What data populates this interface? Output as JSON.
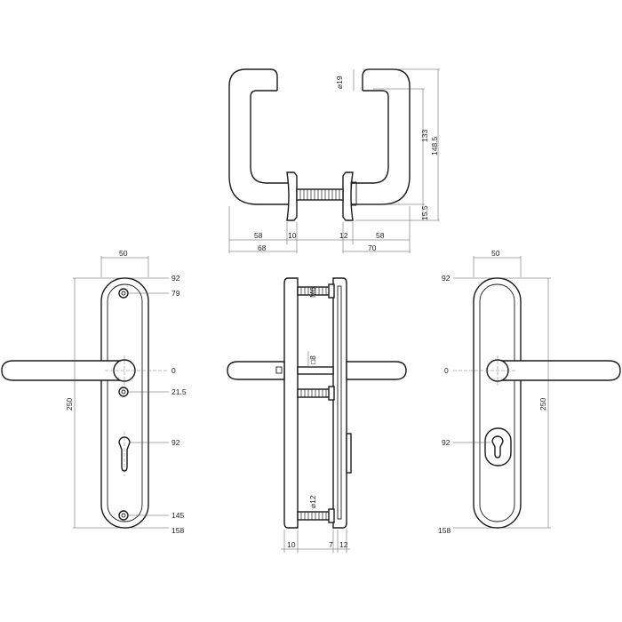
{
  "views": {
    "top": {
      "dia_label": "⌀19",
      "h_133": "133",
      "h_148_5": "148.5",
      "h_15_5": "15.5",
      "w_58_left": "58",
      "w_10": "10",
      "w_12": "12",
      "w_58_right": "58",
      "w_68": "68",
      "w_70": "70"
    },
    "left": {
      "width_50": "50",
      "p_92_top": "92",
      "p_79": "79",
      "p_0": "0",
      "p_21_5": "21.5",
      "p_92_cyl": "92",
      "p_145": "145",
      "p_158": "158",
      "height_250": "250"
    },
    "side": {
      "m6": "M6",
      "sq8": "□8",
      "dia12": "⌀12",
      "w_10": "10",
      "w_7": "7",
      "w_12": "12"
    },
    "right": {
      "width_50": "50",
      "p_92_top": "92",
      "p_0": "0",
      "p_92_cyl": "92",
      "p_158": "158",
      "height_250": "250"
    }
  }
}
